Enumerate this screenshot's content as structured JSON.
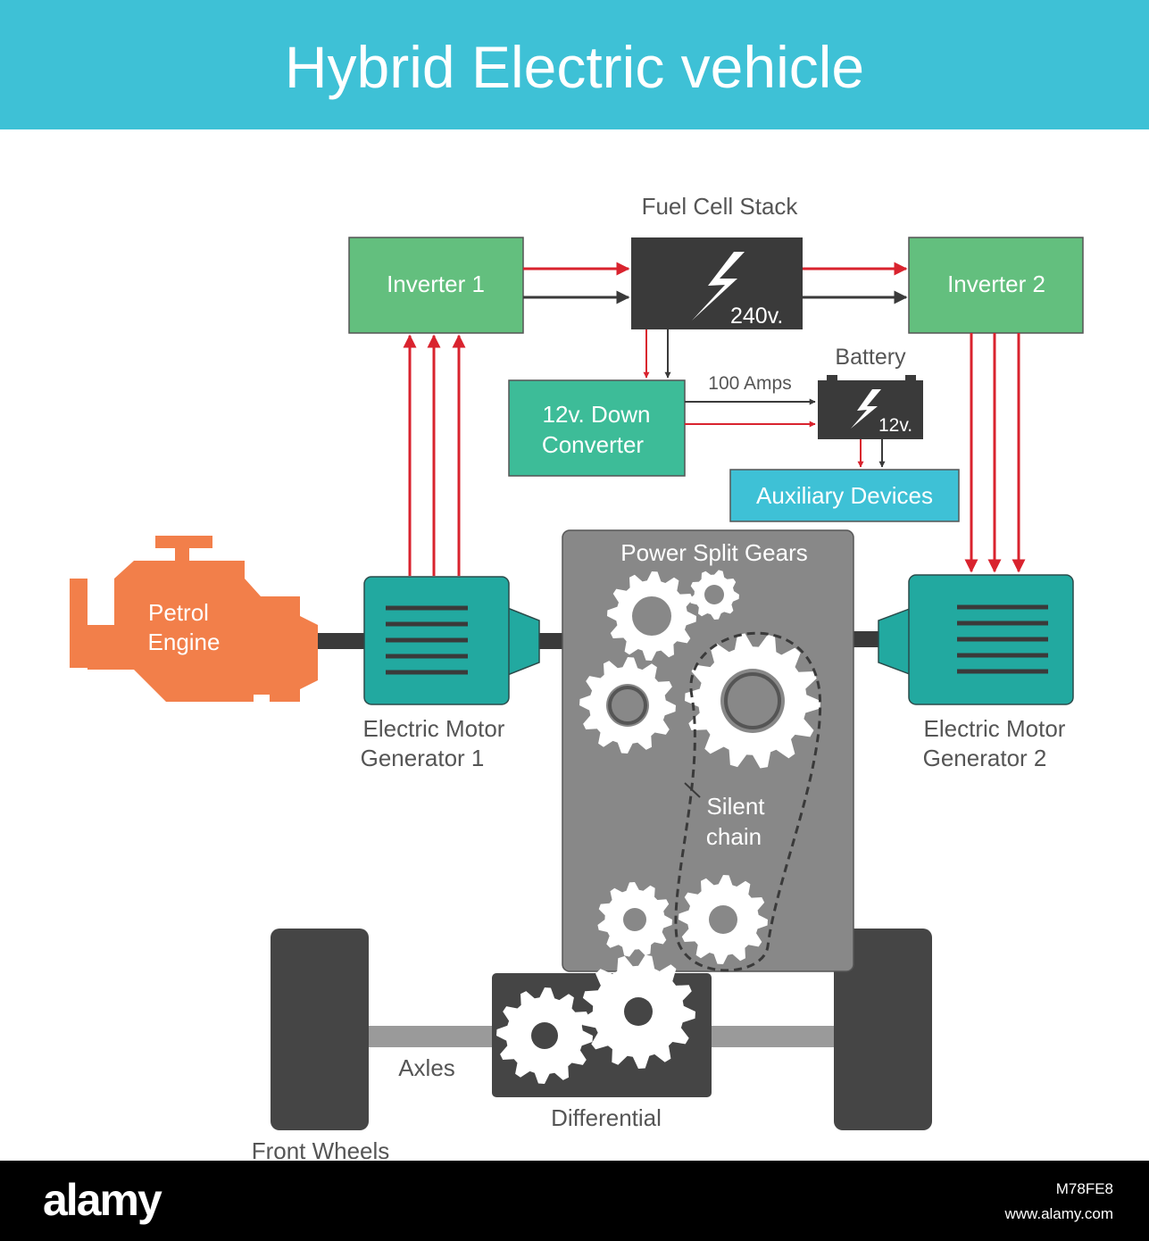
{
  "header": {
    "title": "Hybrid Electric vehicle"
  },
  "labels": {
    "inverter_1": "Inverter 1",
    "inverter_2": "Inverter 2",
    "fuel_cell_stack": "Fuel Cell Stack",
    "fuel_cell_voltage": "240v.",
    "down_converter_line1": "12v. Down",
    "down_converter_line2": "Converter",
    "current": "100 Amps",
    "battery": "Battery",
    "battery_voltage": "12v.",
    "auxiliary_devices": "Auxiliary Devices",
    "petrol_engine_line1": "Petrol",
    "petrol_engine_line2": "Engine",
    "emg1_line1": "Electric Motor",
    "emg1_line2": "Generator 1",
    "emg2_line1": "Electric Motor",
    "emg2_line2": "Generator 2",
    "power_split_gears": "Power Split Gears",
    "silent_chain_line1": "Silent",
    "silent_chain_line2": "chain",
    "axles": "Axles",
    "differential": "Differential",
    "front_wheels": "Front Wheels"
  },
  "footer": {
    "logo": "alamy",
    "image_id": "M78FE8",
    "url": "www.alamy.com"
  },
  "colors": {
    "header": "#3ec1d6",
    "inverter": "#63bf7e",
    "converter": "#3dbc98",
    "auxiliary": "#3ec1d6",
    "motor": "#22a9a0",
    "engine": "#f27f4a",
    "power_red": "#d9232e",
    "power_dark": "#3a3a3a",
    "gearbox": "#888888",
    "wheel": "#454545"
  }
}
